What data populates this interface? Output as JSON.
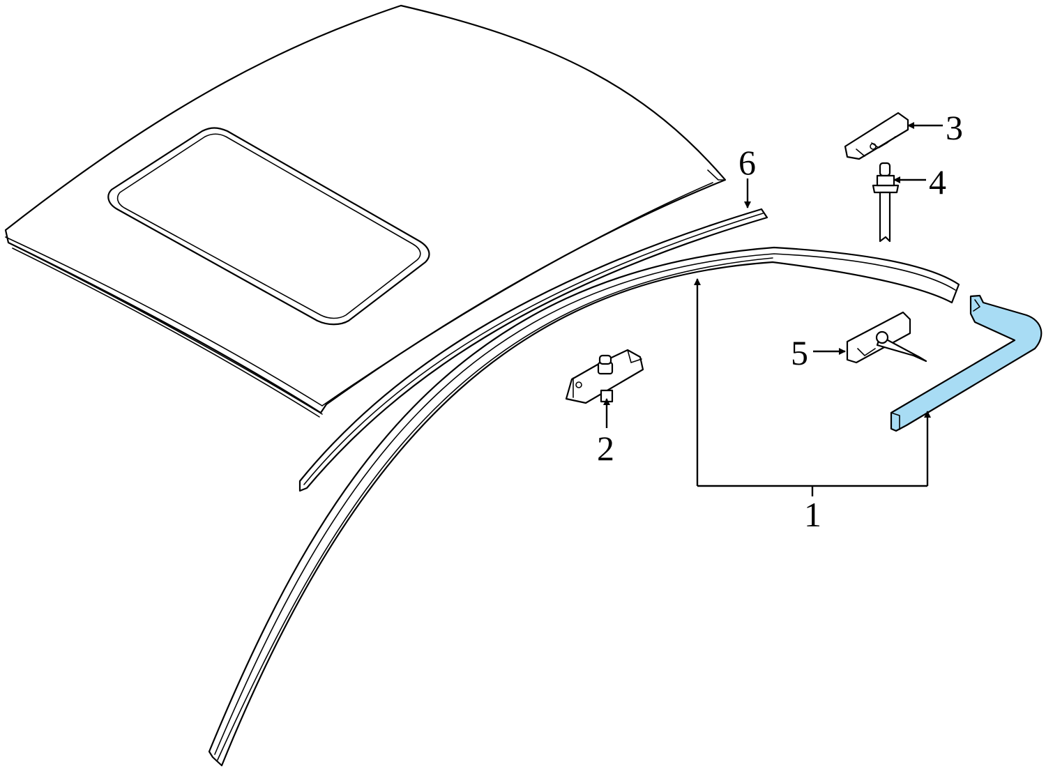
{
  "diagram": {
    "highlight_color": "#a8dcf4",
    "callouts": [
      {
        "id": "1",
        "label": "1",
        "part": "roof-molding"
      },
      {
        "id": "2",
        "label": "2",
        "part": "molding-clip"
      },
      {
        "id": "3",
        "label": "3",
        "part": "retainer-clip"
      },
      {
        "id": "4",
        "label": "4",
        "part": "rivet"
      },
      {
        "id": "5",
        "label": "5",
        "part": "retainer"
      },
      {
        "id": "6",
        "label": "6",
        "part": "seal-strip"
      }
    ]
  }
}
